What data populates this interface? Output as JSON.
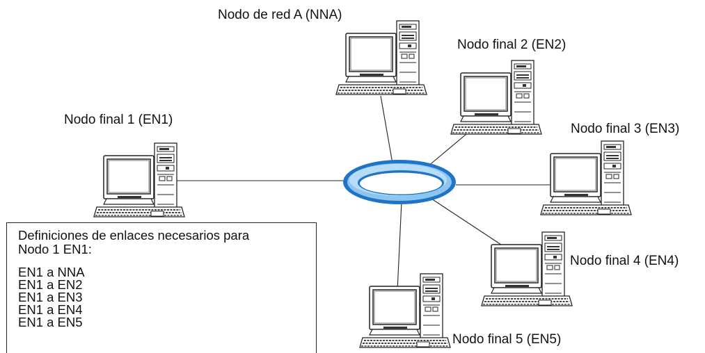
{
  "nodes": [
    {
      "key": "nna",
      "label": "Nodo de red A (NNA)"
    },
    {
      "key": "en1",
      "label": "Nodo final 1 (EN1)"
    },
    {
      "key": "en2",
      "label": "Nodo final 2 (EN2)"
    },
    {
      "key": "en3",
      "label": "Nodo final 3 (EN3)"
    },
    {
      "key": "en4",
      "label": "Nodo final 4 (EN4)"
    },
    {
      "key": "en5",
      "label": "Nodo final 5 (EN5)"
    }
  ],
  "info_box": {
    "title_line1": "Definiciones de enlaces necesarios para",
    "title_line2": "Nodo 1 EN1:",
    "links": [
      "EN1 a NNA",
      "EN1 a EN2",
      "EN1 a EN3",
      "EN1 a EN4",
      "EN1 a EN5"
    ]
  },
  "colors": {
    "ring_outer": "#1f74c6",
    "ring_inner": "#9fd0f4",
    "hole": "#ffffff",
    "line": "#222222",
    "case": "#ffffff",
    "screen": "#ffffff"
  },
  "icons": [
    "desktop-computer-icon",
    "network-ring-icon"
  ]
}
